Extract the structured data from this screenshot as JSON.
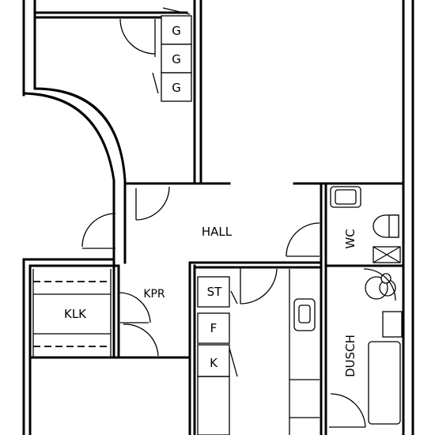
{
  "rooms": {
    "hall": "HALL",
    "kpr": "KPR",
    "klk": "KLK",
    "wc": "WC",
    "dusch": "DUSCH"
  },
  "cabinets": {
    "g1": "G",
    "g2": "G",
    "g3": "G",
    "st": "ST",
    "f": "F",
    "k": "K"
  }
}
